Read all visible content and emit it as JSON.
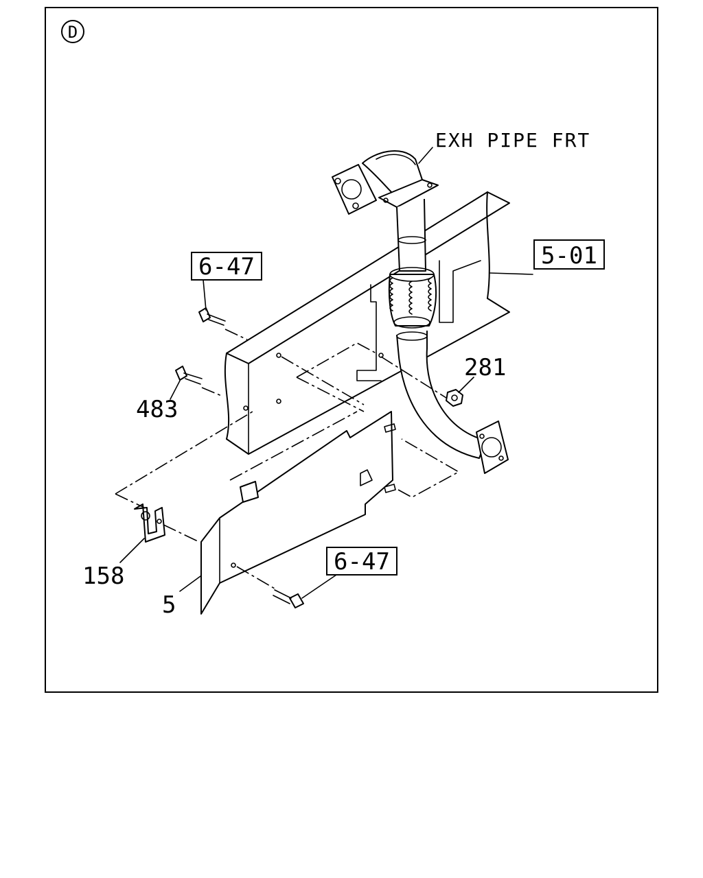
{
  "view_marker": "D",
  "callouts": {
    "exh_pipe": "EXH PIPE FRT",
    "ref_501": "5-01",
    "ref_647_top": "6-47",
    "ref_647_bottom": "6-47",
    "part_281": "281",
    "part_483": "483",
    "part_158": "158",
    "part_5": "5"
  }
}
